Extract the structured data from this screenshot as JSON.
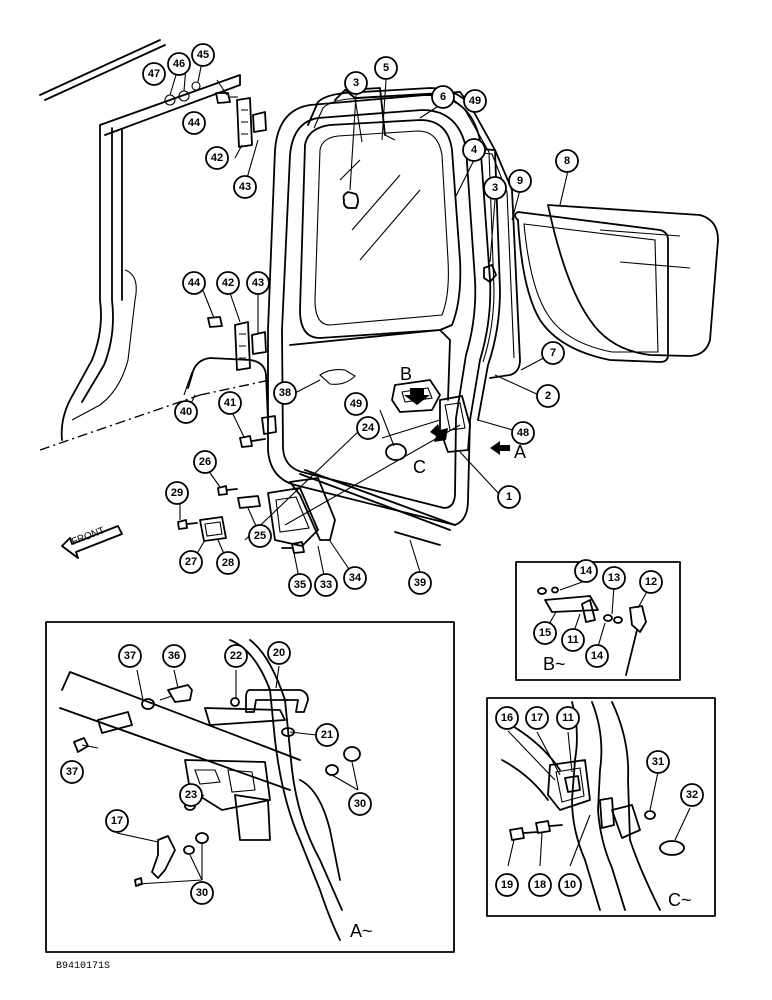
{
  "front_label": "FRONT",
  "view_labels": {
    "a": "A",
    "b": "B",
    "c": "C"
  },
  "inset_labels": {
    "a": "A~",
    "b": "B~",
    "c": "C~"
  },
  "drawing_code": "B9410171S",
  "parts": {
    "p1": "1",
    "p2": "2",
    "p3": "3",
    "p4": "4",
    "p5": "5",
    "p6": "6",
    "p7": "7",
    "p8": "8",
    "p9": "9",
    "p10": "10",
    "p11": "11",
    "p12": "12",
    "p13": "13",
    "p14": "14",
    "p15": "15",
    "p16": "16",
    "p17": "17",
    "p18": "18",
    "p19": "19",
    "p20": "20",
    "p21": "21",
    "p22": "22",
    "p23": "23",
    "p24": "24",
    "p25": "25",
    "p26": "26",
    "p27": "27",
    "p28": "28",
    "p29": "29",
    "p30": "30",
    "p31": "31",
    "p32": "32",
    "p33": "33",
    "p34": "34",
    "p35": "35",
    "p36": "36",
    "p37": "37",
    "p38": "38",
    "p39": "39",
    "p40": "40",
    "p41": "41",
    "p42": "42",
    "p43": "43",
    "p44": "44",
    "p45": "45",
    "p46": "46",
    "p47": "47",
    "p48": "48",
    "p49": "49"
  }
}
